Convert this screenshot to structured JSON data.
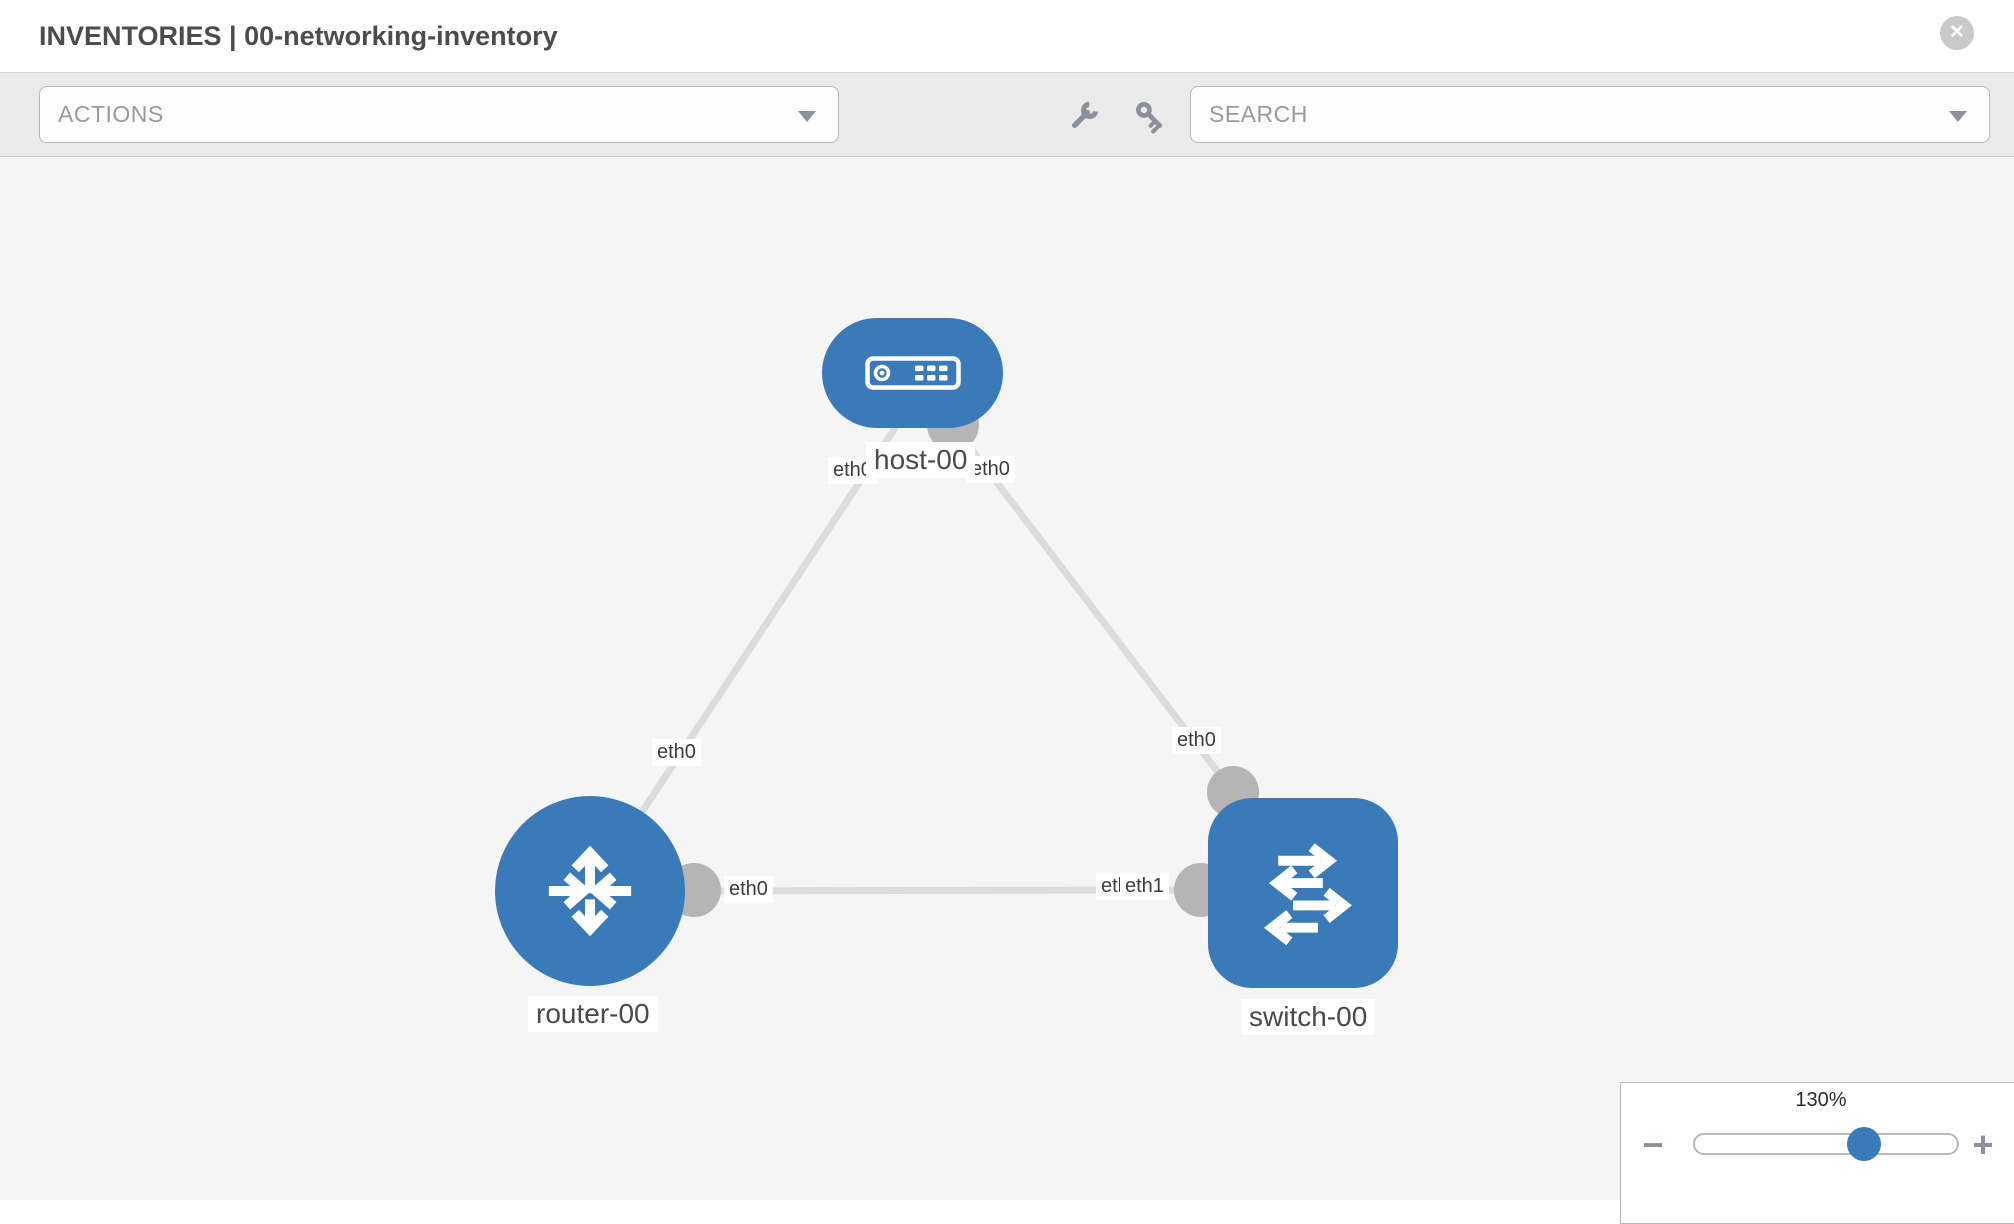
{
  "header": {
    "title": "INVENTORIES | 00-networking-inventory"
  },
  "icons": {
    "close_glyph": "✕",
    "zoom_out_glyph": "−",
    "zoom_in_glyph": "+"
  },
  "toolbar": {
    "actions_label": "ACTIONS",
    "search_label": "SEARCH"
  },
  "diagram": {
    "nodes": {
      "host": {
        "label": "host-00",
        "type": "host"
      },
      "router": {
        "label": "router-00",
        "type": "router"
      },
      "switch": {
        "label": "switch-00",
        "type": "switch"
      }
    },
    "interfaces": {
      "host_left": "eth0",
      "host_right": "eth0",
      "link_host_router_mid": "eth0",
      "link_host_switch_mid": "eth0",
      "router_right": "eth0",
      "switch_left_back": "eth0",
      "switch_left_front": "eth1"
    },
    "links": [
      {
        "from": "host-00",
        "to": "router-00",
        "from_interface": "eth0",
        "to_interface": "eth0"
      },
      {
        "from": "host-00",
        "to": "switch-00",
        "from_interface": "eth0",
        "to_interface": "eth0"
      },
      {
        "from": "router-00",
        "to": "switch-00",
        "from_interface": "eth0",
        "to_interface": "eth1"
      }
    ]
  },
  "zoom_control": {
    "value": "130%",
    "percent": 130
  },
  "colors": {
    "node-blue": "#3a7ab8",
    "link-gray": "#dcdcdc",
    "connector-gray": "#b5b5b5",
    "canvas-bg": "#f5f5f5",
    "toolbar-bg": "#eaeaea",
    "icon-gray": "#8b919a",
    "border-gray": "#b9b9b9",
    "text-dark": "#4c4c4c",
    "placeholder-gray": "#9a9a9a"
  }
}
